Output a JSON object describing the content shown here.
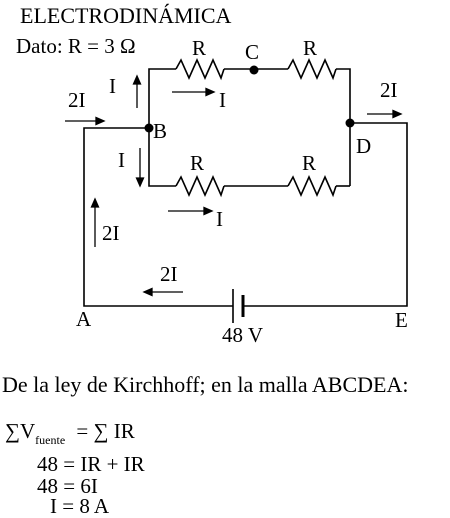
{
  "header": {
    "title": "ELECTRODINÁMICA",
    "given": "Dato: R = 3 Ω"
  },
  "circuit": {
    "resistor_label": "R",
    "node_labels": {
      "a": "A",
      "b": "B",
      "c": "C",
      "d": "D",
      "e": "E"
    },
    "current_labels": {
      "input": "2I",
      "top_vertical": "I",
      "top_horizontal": "I",
      "output": "2I",
      "bottom_vertical": "I",
      "bottom_horizontal": "I",
      "left_wire": "2I",
      "bottom_wire": "2I"
    },
    "battery_voltage": "48 V"
  },
  "solution": {
    "intro": "De la ley de  Kirchhoff; en la malla ABCDEA:",
    "sum_sign": "∑",
    "v": "V",
    "v_subscript": "fuente",
    "equals_sum": "=  ∑  IR",
    "eq2": "48 = IR + IR",
    "eq3": "48 = 6I",
    "eq4": "I = 8 A"
  }
}
